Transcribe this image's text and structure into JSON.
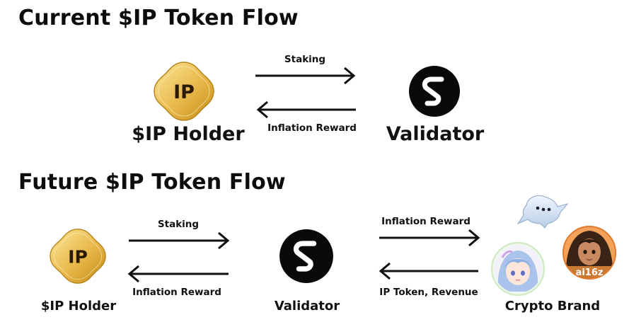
{
  "current": {
    "title": "Current $IP Token Flow",
    "holder_label": "$IP Holder",
    "validator_label": "Validator",
    "staking_label": "Staking",
    "reward_label": "Inflation Reward",
    "token_text": "IP"
  },
  "future": {
    "title": "Future $IP Token Flow",
    "holder_label": "$IP Holder",
    "validator_label": "Validator",
    "brand_label": "Crypto Brand",
    "staking_label": "Staking",
    "reward_label": "Inflation Reward",
    "brand_reward_label": "Inflation Reward",
    "brand_return_label": "IP Token, Revenue",
    "token_text": "IP",
    "avatar_text": "ai16z"
  },
  "colors": {
    "token_gold_light": "#f7dc7a",
    "token_gold_dark": "#c9941f",
    "validator_black": "#0a0a0a",
    "arrow": "#111111"
  }
}
